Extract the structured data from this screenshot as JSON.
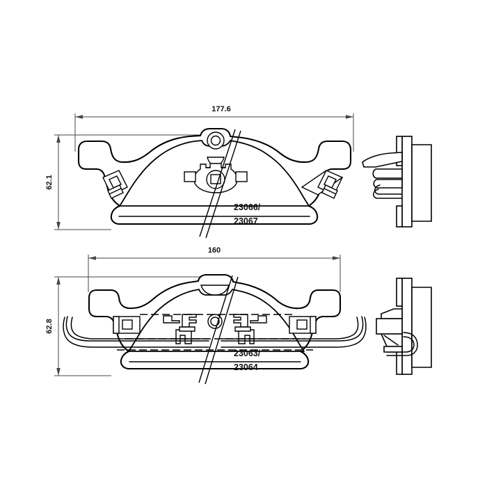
{
  "document": {
    "type": "technical-drawing",
    "title": "Brake pad set dimensional drawing",
    "background_color": "#ffffff",
    "line_color": "#000000",
    "dimension_line_color": "#444444"
  },
  "views": [
    {
      "id": "upper",
      "name": "upper-brake-pad-view",
      "part_numbers": [
        "23066/",
        "23067"
      ],
      "dimensions": {
        "width_label": "177.6",
        "height_label": "62.1"
      },
      "side_view_name": "upper-side-view"
    },
    {
      "id": "lower",
      "name": "lower-brake-pad-view",
      "part_numbers": [
        "23063/",
        "23064"
      ],
      "dimensions": {
        "width_label": "160",
        "height_label": "62.8"
      },
      "side_view_name": "lower-side-view"
    }
  ],
  "labels": {
    "upper_width": "177.6",
    "upper_height": "62.1",
    "upper_part_line1": "23066/",
    "upper_part_line2": "23067",
    "lower_width": "160",
    "lower_height": "62.8",
    "lower_part_line1": "23063/",
    "lower_part_line2": "23064"
  }
}
